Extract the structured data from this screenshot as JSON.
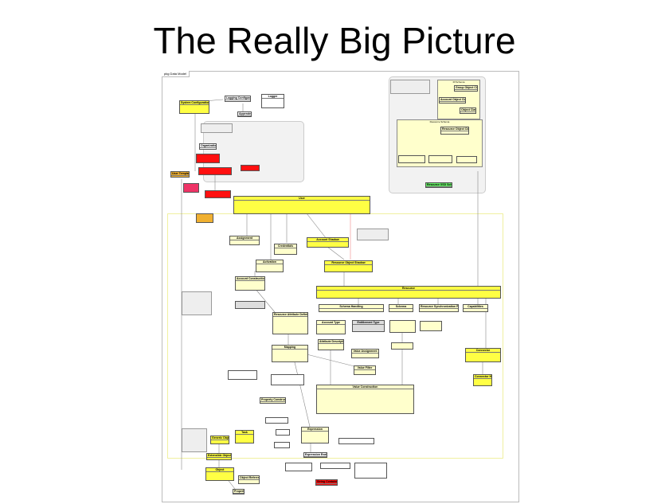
{
  "slide": {
    "title": "The Really Big Picture"
  },
  "diagram": {
    "tab": "pkg Data Model",
    "classes": {
      "system_configuration": "System Configuration",
      "logging_configuration": "Logging Configuration",
      "logger": "Logger",
      "appender": "Appender",
      "organization": "Organization",
      "user_template": "User Template",
      "user": "User",
      "assignment": "Assignment",
      "credentials": "Credentials",
      "activation": "Activation",
      "account_shadow": "Account Shadow",
      "resource_object_shadow": "Resource Object Shadow",
      "account_construction": "Account Construction",
      "resource": "Resource",
      "schema_handling": "Schema Handling",
      "schema": "Schema",
      "resource_sync": "Resource Synchronization Policy",
      "capabilities": "Capabilities",
      "resource_attribute_definition": "Resource Attribute Definition",
      "account_type": "Account Type",
      "entitlement_type": "Entitlement Type",
      "attribute_description": "Attribute Description",
      "mapping": "Mapping",
      "value_assignment": "Value Assignment",
      "value_filter": "Value Filter",
      "value_construction": "Value Construction",
      "connector": "Connector",
      "connector_host": "Connector Host",
      "property_construction": "Property Construction",
      "expression": "Expression",
      "expression_evaluator": "Expression Evaluator",
      "extensible_object": "Extensible Object",
      "object": "Object",
      "task": "Task",
      "generic_object": "Generic Object",
      "object_reference": "Object Reference",
      "property": "Property",
      "resource_object_class": "Resource Object Class",
      "account_object_class": "Account Object Class",
      "group_object_class": "Group Object Class",
      "object_class": "Object Class",
      "resource_xsd_schema": "Resource XSD Schema",
      "string_containment": "String Containment"
    },
    "packages": {
      "ri_schema": "RI Schema",
      "resource_schema": "Resource Schema"
    }
  },
  "colors": {
    "primary_class": "#ffff44",
    "secondary_class": "#ffffcc",
    "deprecated_class": "#ff1010",
    "xsd_schema": "#66ee66",
    "note": "#eeeeee"
  }
}
